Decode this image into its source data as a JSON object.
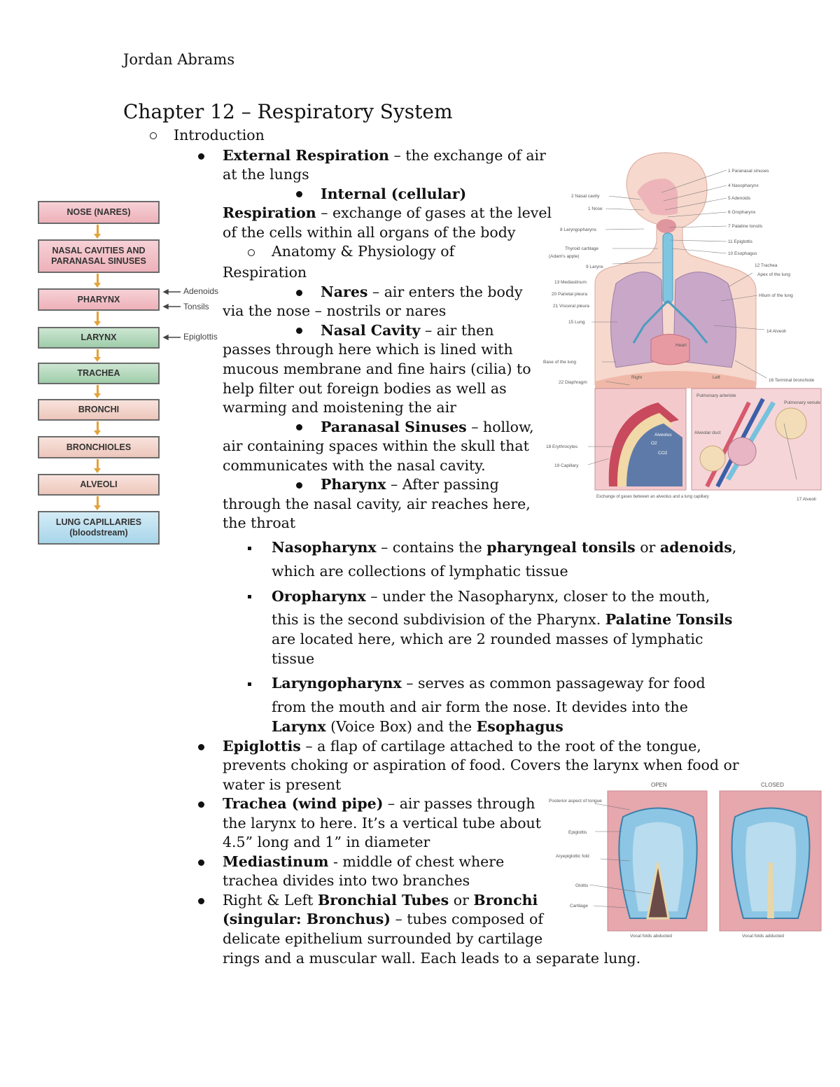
{
  "author": "Jordan Abrams",
  "chapter_title": "Chapter 12 – Respiratory System",
  "outline": {
    "introduction": "Introduction",
    "external_bold": "External Respiration",
    "external_rest": " – the exchange of air",
    "external_rest2": "at the lungs",
    "internal_bold": "Internal (cellular)",
    "internal_bold2": "Respiration",
    "internal_rest": " – exchange of gases at the level",
    "internal_rest2": "of the cells within all organs of the body",
    "anatomy": "Anatomy & Physiology of",
    "anatomy2": "Respiration",
    "nares_bold": "Nares",
    "nares_rest": " – air enters the body",
    "nares_rest2": "via the nose – nostrils or nares",
    "nasal_bold": "Nasal Cavity",
    "nasal_rest": " – air then",
    "nasal_l2": "passes through here which is lined with",
    "nasal_l3": "mucous membrane and fine hairs (cilia) to",
    "nasal_l4": "help filter out foreign bodies as well as",
    "nasal_l5": "warming and moistening the air",
    "para_bold": "Paranasal Sinuses",
    "para_rest": " – hollow,",
    "para_l2": "air containing spaces within the skull that",
    "para_l3": "communicates with the nasal cavity.",
    "pharynx_bold": "Pharynx",
    "pharynx_rest": " – After passing",
    "pharynx_l2": "through the nasal cavity, air reaches here,",
    "pharynx_l3": "the throat",
    "naso_bold": "Nasopharynx",
    "naso_rest": " – contains the ",
    "naso_bold2": "pharyngeal tonsils",
    "naso_or": " or ",
    "naso_bold3": "adenoids",
    "naso_comma": ",",
    "naso_l2": "which are collections of lymphatic tissue",
    "oro_bold": "Oropharynx",
    "oro_rest": " – under the Nasopharynx, closer to the mouth,",
    "oro_l2a": "this is the second subdivision of the Pharynx. ",
    "oro_l2b": "Palatine Tonsils",
    "oro_l3": "are located here, which are 2 rounded masses of lymphatic",
    "oro_l4": "tissue",
    "laryngo_bold": "Laryngopharynx",
    "laryngo_rest": " – serves as common passageway for food",
    "laryngo_l2": "from the mouth and air form the nose. It devides into the",
    "laryngo_l3b": "Larynx",
    "laryngo_l3": " (Voice Box) and the ",
    "laryngo_l3c": "Esophagus",
    "epi_bold": "Epiglottis",
    "epi_rest": " – a flap of cartilage attached to the root of the tongue,",
    "epi_l2": "prevents choking or aspiration of food. Covers the larynx when food or",
    "epi_l3": "water is present",
    "trachea_bold": "Trachea (wind pipe)",
    "trachea_rest": " – air passes through",
    "trachea_l2": "the larynx to here. It’s a vertical tube about",
    "trachea_l3": "4.5” long and 1” in diameter",
    "media_bold": "Mediastinum",
    "media_rest": " - middle of chest where",
    "media_l2": "trachea divides into two branches",
    "bronchi_pre": "Right & Left ",
    "bronchi_bold": "Bronchial Tubes",
    "bronchi_or": " or ",
    "bronchi_bold2": "Bronchi",
    "bronchi_l2a": "(singular: ",
    "bronchi_l2b": "Bronchus)",
    "bronchi_l2c": " – tubes composed of",
    "bronchi_l3": "delicate epithelium surrounded by cartilage",
    "bronchi_l4": "rings and a muscular wall. Each leads to a separate lung."
  },
  "flowchart": {
    "boxes": [
      {
        "label": "NOSE (NARES)",
        "color": "#eeb1ba"
      },
      {
        "label": "NASAL CAVITIES AND PARANASAL SINUSES",
        "color": "#eeb1ba"
      },
      {
        "label": "PHARYNX",
        "color": "#eeb1ba"
      },
      {
        "label": "LARYNX",
        "color": "#9fcdaa"
      },
      {
        "label": "TRACHEA",
        "color": "#9fcdaa"
      },
      {
        "label": "BRONCHI",
        "color": "#edc6bb"
      },
      {
        "label": "BRONCHIOLES",
        "color": "#edc6bb"
      },
      {
        "label": "ALVEOLI",
        "color": "#edc6bb"
      },
      {
        "label": "LUNG CAPILLARIES (bloodstream)",
        "color": "#a8d5ea"
      }
    ],
    "side_labels": [
      "Adenoids",
      "Tonsils",
      "Epiglottis"
    ]
  },
  "anatomy_figure": {
    "right_labels": [
      "1 Paranasal sinuses",
      "4 Nasopharynx",
      "5 Adenoids",
      "6 Oropharynx",
      "7 Palatine tonsils",
      "11 Epiglottis",
      "10 Esophagus",
      "12 Trachea",
      "Apex of the lung",
      "Hilum of the lung",
      "14 Alveoli",
      "16 Terminal bronchiole",
      "17 Alveoli"
    ],
    "left_labels": [
      "2 Nasal cavity",
      "1 Nose",
      "8 Laryngopharynx",
      "Thyroid cartilage",
      "(Adam's apple)",
      "9 Larynx",
      "13 Mediastinum",
      "20 Parietal pleura",
      "21 Visceral pleura",
      "15 Lung",
      "Base of the lung",
      "22 Diaphragm",
      "18 Erythrocytes",
      "19 Capillary"
    ],
    "inner_labels": [
      "Heart",
      "Right",
      "Left",
      "Alveolus",
      "O2",
      "CO2",
      "Pulmonary arteriole",
      "Pulmonary venule",
      "Alveolar duct"
    ],
    "caption": "Exchange of gases between an alveolus and a lung capillary"
  },
  "larynx_figure": {
    "open_label": "OPEN",
    "closed_label": "CLOSED",
    "labels": [
      "Posterior aspect of tongue",
      "Epiglottis",
      "Aryepiglottic fold",
      "Glottis",
      "Cartilage"
    ],
    "left_caption": "Vocal folds abducted",
    "right_caption": "Vocal folds adducted"
  }
}
